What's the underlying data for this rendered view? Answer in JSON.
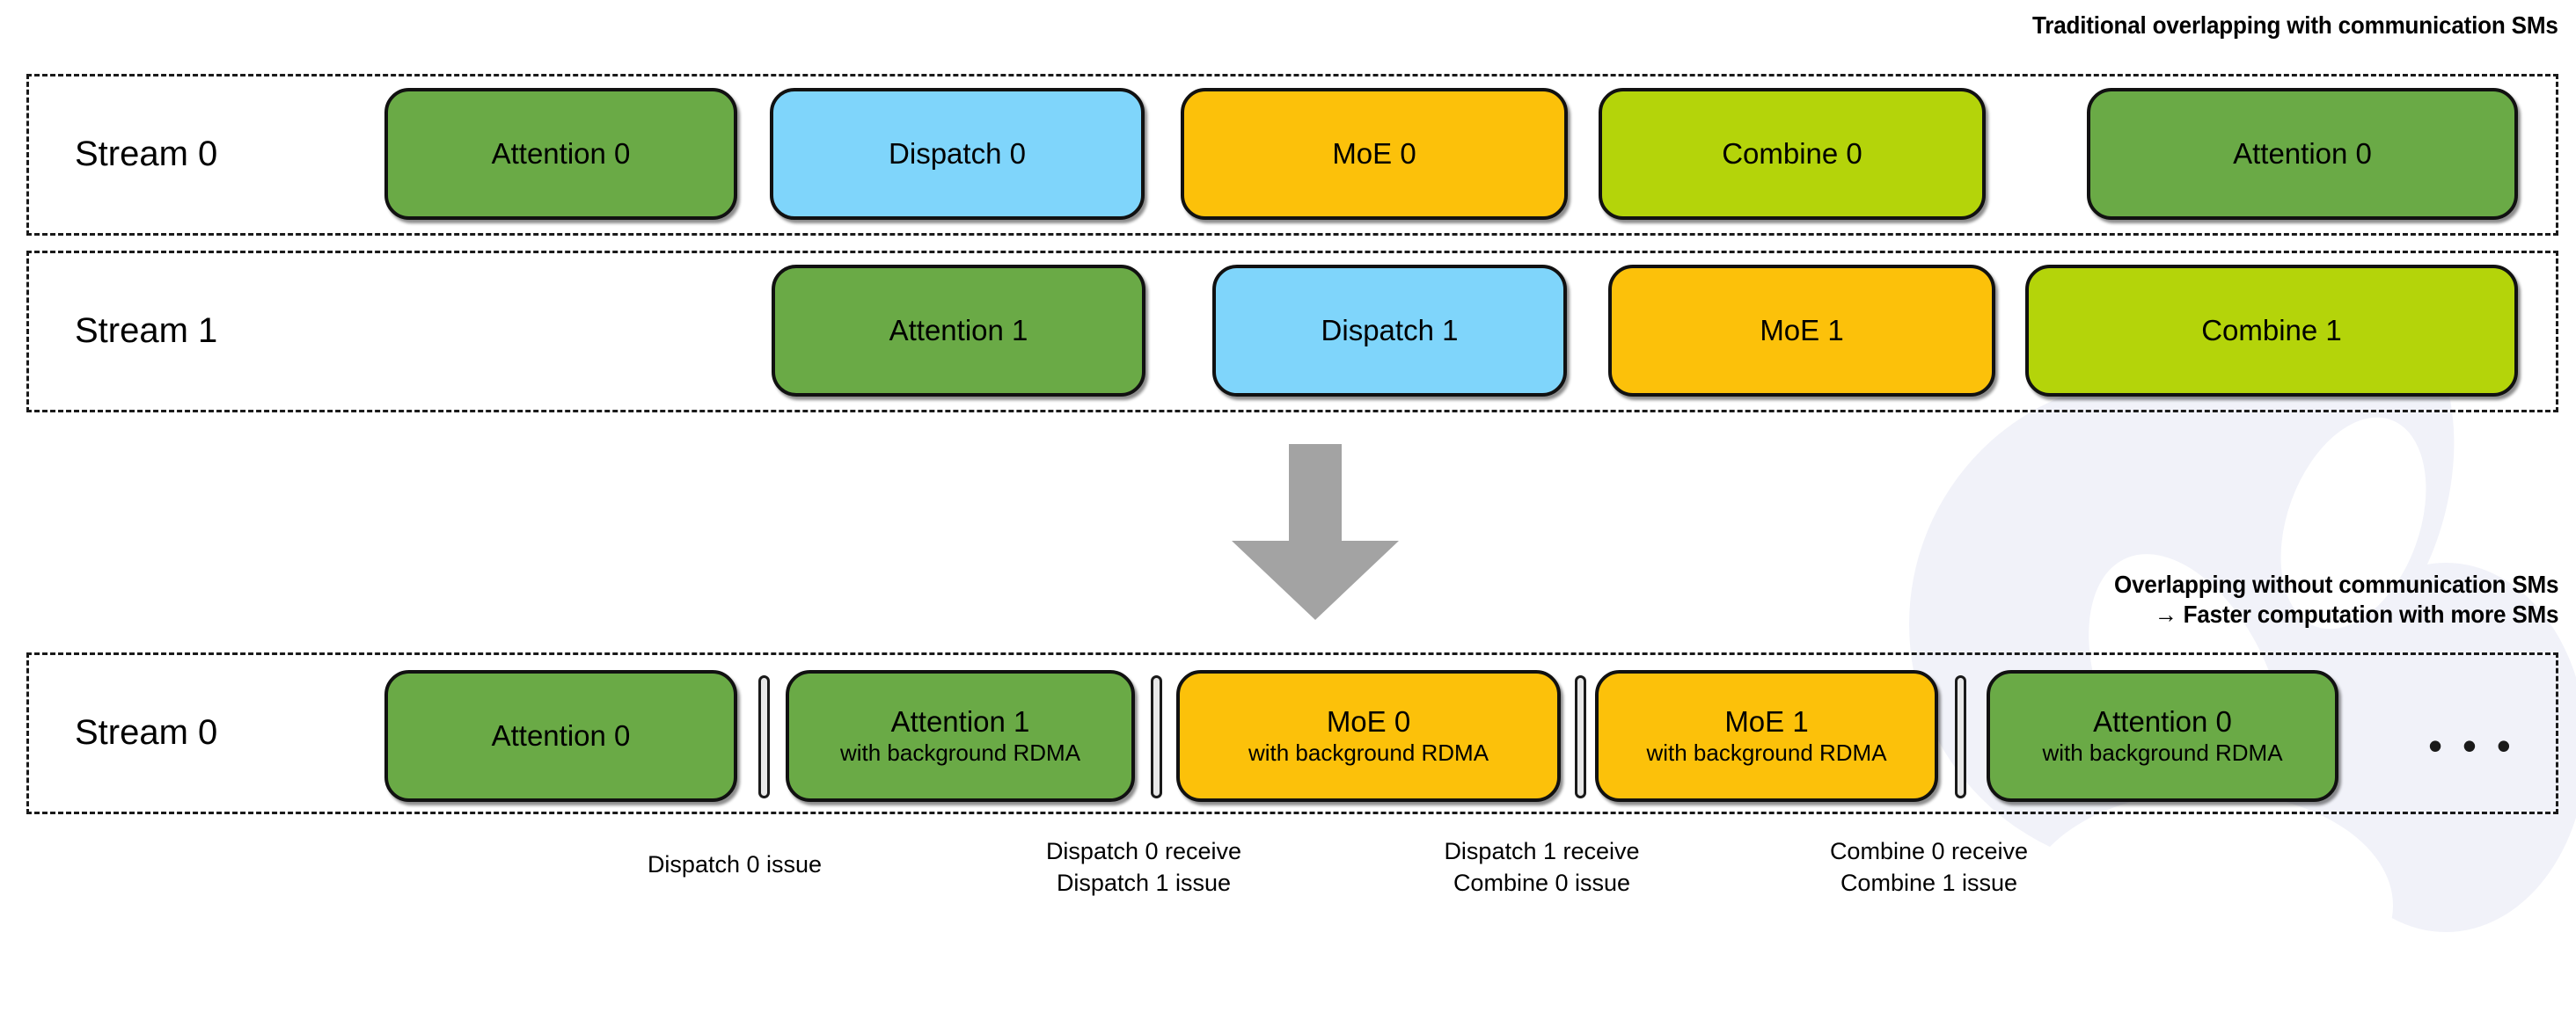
{
  "captions": {
    "top": "Traditional overlapping with communication SMs",
    "bottom": "Overlapping without communication SMs\n→ Faster computation with more SMs"
  },
  "colors": {
    "attention": "#6aaa46",
    "dispatch": "#7fd5fb",
    "moe": "#fcc10a",
    "combine": "#b4d40a",
    "arrow": "#a3a3a3",
    "separator": "#e8e8e8",
    "border": "#111111",
    "watermark": "#f1f2f9"
  },
  "lanes": [
    {
      "id": "stream0-top",
      "label": "Stream 0",
      "blocks": [
        {
          "title": "Attention 0",
          "sub": "",
          "kind": "attention"
        },
        {
          "title": "Dispatch 0",
          "sub": "",
          "kind": "dispatch"
        },
        {
          "title": "MoE 0",
          "sub": "",
          "kind": "moe"
        },
        {
          "title": "Combine 0",
          "sub": "",
          "kind": "combine"
        },
        {
          "title": "Attention 0",
          "sub": "",
          "kind": "attention"
        }
      ]
    },
    {
      "id": "stream1",
      "label": "Stream 1",
      "blocks": [
        {
          "title": "Attention 1",
          "sub": "",
          "kind": "attention"
        },
        {
          "title": "Dispatch 1",
          "sub": "",
          "kind": "dispatch"
        },
        {
          "title": "MoE 1",
          "sub": "",
          "kind": "moe"
        },
        {
          "title": "Combine 1",
          "sub": "",
          "kind": "combine"
        }
      ]
    },
    {
      "id": "stream0-bottom",
      "label": "Stream 0",
      "ellipsis": "• • •",
      "blocks": [
        {
          "title": "Attention 0",
          "sub": "",
          "kind": "attention"
        },
        {
          "title": "Attention 1",
          "sub": "with background RDMA",
          "kind": "attention"
        },
        {
          "title": "MoE 0",
          "sub": "with background RDMA",
          "kind": "moe"
        },
        {
          "title": "MoE 1",
          "sub": "with background RDMA",
          "kind": "moe"
        },
        {
          "title": "Attention 0",
          "sub": "with background RDMA",
          "kind": "attention"
        }
      ]
    }
  ],
  "notes": [
    {
      "text": "Dispatch 0 issue"
    },
    {
      "text": "Dispatch 0 receive\nDispatch 1 issue"
    },
    {
      "text": "Dispatch 1 receive\nCombine 0 issue"
    },
    {
      "text": "Combine 0 receive\nCombine 1 issue"
    }
  ]
}
